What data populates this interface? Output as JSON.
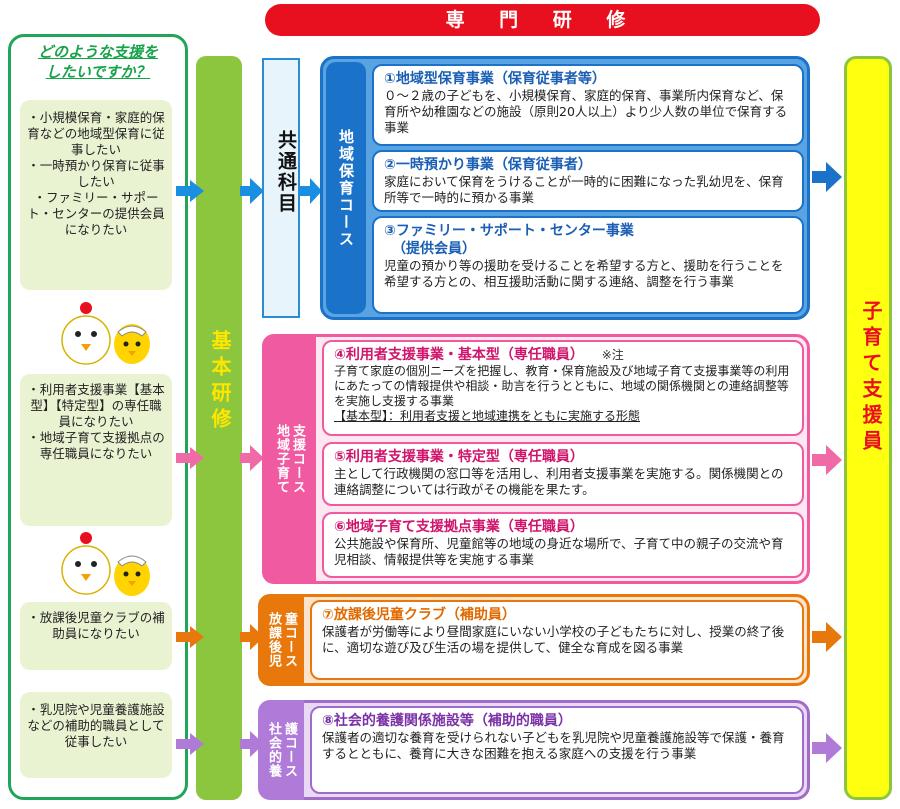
{
  "header": {
    "title": "専 門 研 修"
  },
  "left": {
    "title_line1": "どのような支援を",
    "title_line2": "したいですか？",
    "wants": [
      "・小規模保育・家庭的保育などの地域型保育に従事したい\n・一時預かり保育に従事したい\n・ファミリー・サポート・センターの提供会員になりたい",
      "・利用者支援事業【基本型】【特定型】の専任職員になりたい\n・地域子育て支援拠点の専任職員になりたい",
      "・放課後児童クラブの補助員になりたい",
      "・乳児院や児童養護施設などの補助的職員として従事したい"
    ]
  },
  "basic": {
    "label": "基本研修"
  },
  "common": {
    "label": "共通科目"
  },
  "courses": {
    "community_childcare": {
      "label": "地域保育コース",
      "items": [
        {
          "title": "①地域型保育事業（保育従事者等）",
          "desc": "０～２歳の子どもを、小規模保育、家庭的保育、事業所内保育など、保育所や幼稚園などの施設（原則20人以上）より少人数の単位で保育する事業"
        },
        {
          "title": "②一時預かり事業（保育従事者）",
          "desc": "家庭において保育をうけることが一時的に困難になった乳幼児を、保育所等で一時的に預かる事業"
        },
        {
          "title": "③ファミリー・サポート・センター事業",
          "subtitle": "（提供会員）",
          "desc": "児童の預かり等の援助を受けることを希望する方と、援助を行うことを希望する方との、相互援助活動に関する連絡、調整を行う事業"
        }
      ]
    },
    "community_support": {
      "label_col1": "地域子育て",
      "label_col2": "支援コース",
      "items": [
        {
          "title": "④利用者支援事業・基本型（専任職員）",
          "note": "※注",
          "desc": "子育て家庭の個別ニーズを把握し、教育・保育施設及び地域子育て支援事業等の利用にあたっての情報提供や相談・助言を行うとともに、地域の関係機関との連絡調整等を実施し支援する事業",
          "desc2": "【基本型】：利用者支援と地域連携をともに実施する形態"
        },
        {
          "title": "⑤利用者支援事業・特定型（専任職員）",
          "desc": "主として行政機関の窓口等を活用し、利用者支援事業を実施する。関係機関との連絡調整については行政がその機能を果たす。"
        },
        {
          "title": "⑥地域子育て支援拠点事業（専任職員）",
          "desc": "公共施設や保育所、児童館等の地域の身近な場所で、子育て中の親子の交流や育児相談、情報提供等を実施する事業"
        }
      ]
    },
    "afterschool": {
      "label_col1": "放課後児",
      "label_col2": "童コース",
      "items": [
        {
          "title": "⑦放課後児童クラブ（補助員）",
          "desc": "保護者が労働等により昼間家庭にいない小学校の子どもたちに対し、授業の終了後に、適切な遊び及び生活の場を提供して、健全な育成を図る事業"
        }
      ]
    },
    "social_care": {
      "label_col1": "社会的養",
      "label_col2": "護コース",
      "items": [
        {
          "title": "⑧社会的養護関係施設等（補助的職員）",
          "desc": "保護者の適切な養育を受けられない子どもを乳児院や児童養護施設等で保護・養育するとともに、養育に大きな困難を抱える家庭への支援を行う事業"
        }
      ]
    }
  },
  "result": {
    "label": "子育て支援員"
  },
  "colors": {
    "header": "#e8101f",
    "basic": "#8cc63f",
    "blue": "#1a73c8",
    "pink": "#ef5aa0",
    "orange": "#e8780c",
    "purple": "#a06cc8",
    "result": "#ffff10"
  }
}
